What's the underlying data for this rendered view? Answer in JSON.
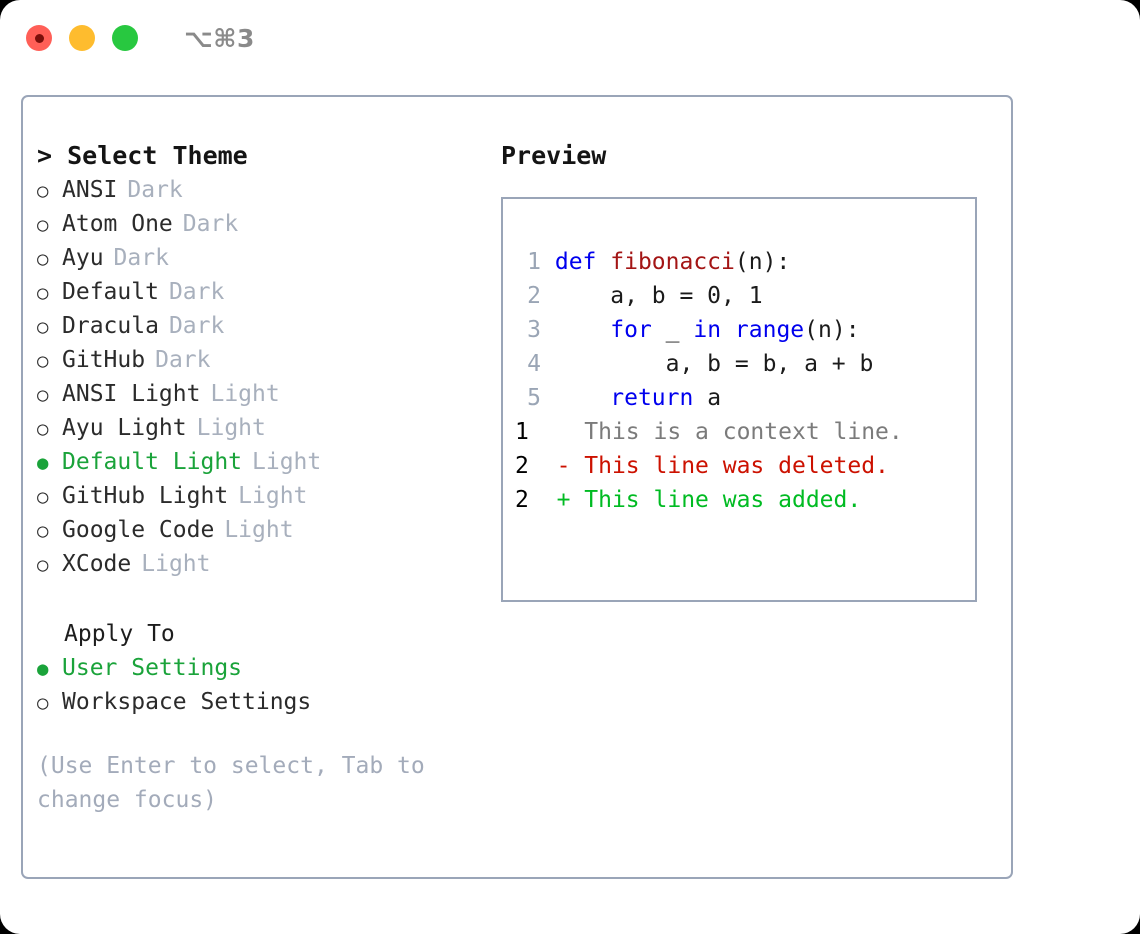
{
  "titlebar": {
    "shortcut": "⌥⌘3",
    "buttons": [
      {
        "name": "close",
        "color": "#ff5f57"
      },
      {
        "name": "minimize",
        "color": "#febc2e"
      },
      {
        "name": "maximize",
        "color": "#28c840"
      }
    ]
  },
  "theme_panel": {
    "title": "> Select Theme",
    "items": [
      {
        "marker": "○",
        "label": "ANSI",
        "tag": "Dark",
        "selected": false
      },
      {
        "marker": "○",
        "label": "Atom One",
        "tag": "Dark",
        "selected": false
      },
      {
        "marker": "○",
        "label": "Ayu",
        "tag": "Dark",
        "selected": false
      },
      {
        "marker": "○",
        "label": "Default",
        "tag": "Dark",
        "selected": false
      },
      {
        "marker": "○",
        "label": "Dracula",
        "tag": "Dark",
        "selected": false
      },
      {
        "marker": "○",
        "label": "GitHub",
        "tag": "Dark",
        "selected": false
      },
      {
        "marker": "○",
        "label": "ANSI Light",
        "tag": "Light",
        "selected": false
      },
      {
        "marker": "○",
        "label": "Ayu Light",
        "tag": "Light",
        "selected": false
      },
      {
        "marker": "●",
        "label": "Default Light",
        "tag": "Light",
        "selected": true
      },
      {
        "marker": "○",
        "label": "GitHub Light",
        "tag": "Light",
        "selected": false
      },
      {
        "marker": "○",
        "label": "Google Code",
        "tag": "Light",
        "selected": false
      },
      {
        "marker": "○",
        "label": "XCode",
        "tag": "Light",
        "selected": false
      }
    ]
  },
  "apply_to": {
    "title": "Apply To",
    "items": [
      {
        "marker": "●",
        "label": "User Settings",
        "selected": true
      },
      {
        "marker": "○",
        "label": "Workspace Settings",
        "selected": false
      }
    ]
  },
  "hint": "(Use Enter to select, Tab to change focus)",
  "preview": {
    "title": "Preview",
    "code_lines": [
      {
        "num": "1",
        "tokens": [
          {
            "t": "def ",
            "c": "kw"
          },
          {
            "t": "fibonacci",
            "c": "fn"
          },
          {
            "t": "(n):",
            "c": "plain"
          }
        ]
      },
      {
        "num": "2",
        "tokens": [
          {
            "t": "    a, b = 0, 1",
            "c": "plain"
          }
        ]
      },
      {
        "num": "3",
        "tokens": [
          {
            "t": "    ",
            "c": "plain"
          },
          {
            "t": "for",
            "c": "kw"
          },
          {
            "t": " _ ",
            "c": "plain"
          },
          {
            "t": "in",
            "c": "kw"
          },
          {
            "t": " ",
            "c": "plain"
          },
          {
            "t": "range",
            "c": "kw"
          },
          {
            "t": "(n):",
            "c": "plain"
          }
        ]
      },
      {
        "num": "4",
        "tokens": [
          {
            "t": "        a, b = b, a + b",
            "c": "plain"
          }
        ]
      },
      {
        "num": "5",
        "tokens": [
          {
            "t": "    ",
            "c": "plain"
          },
          {
            "t": "return",
            "c": "kw"
          },
          {
            "t": " a",
            "c": "plain"
          }
        ]
      }
    ],
    "diff_lines": [
      {
        "num": "1",
        "sign": " ",
        "text": " This is a context line.",
        "kind": "ctx"
      },
      {
        "num": "2",
        "sign": "-",
        "text": " This line was deleted.",
        "kind": "del"
      },
      {
        "num": "2",
        "sign": "+",
        "text": " This line was added.",
        "kind": "add"
      }
    ]
  },
  "colors": {
    "accent_green": "#1aa33a",
    "border": "#9aa5b8",
    "muted": "#a8b0bd",
    "keyword": "#0000ee",
    "function": "#a31515",
    "diff_deleted": "#cc1100",
    "diff_added": "#00bb22",
    "context": "#7b7b7b",
    "line_number": "#9aa5b5"
  }
}
